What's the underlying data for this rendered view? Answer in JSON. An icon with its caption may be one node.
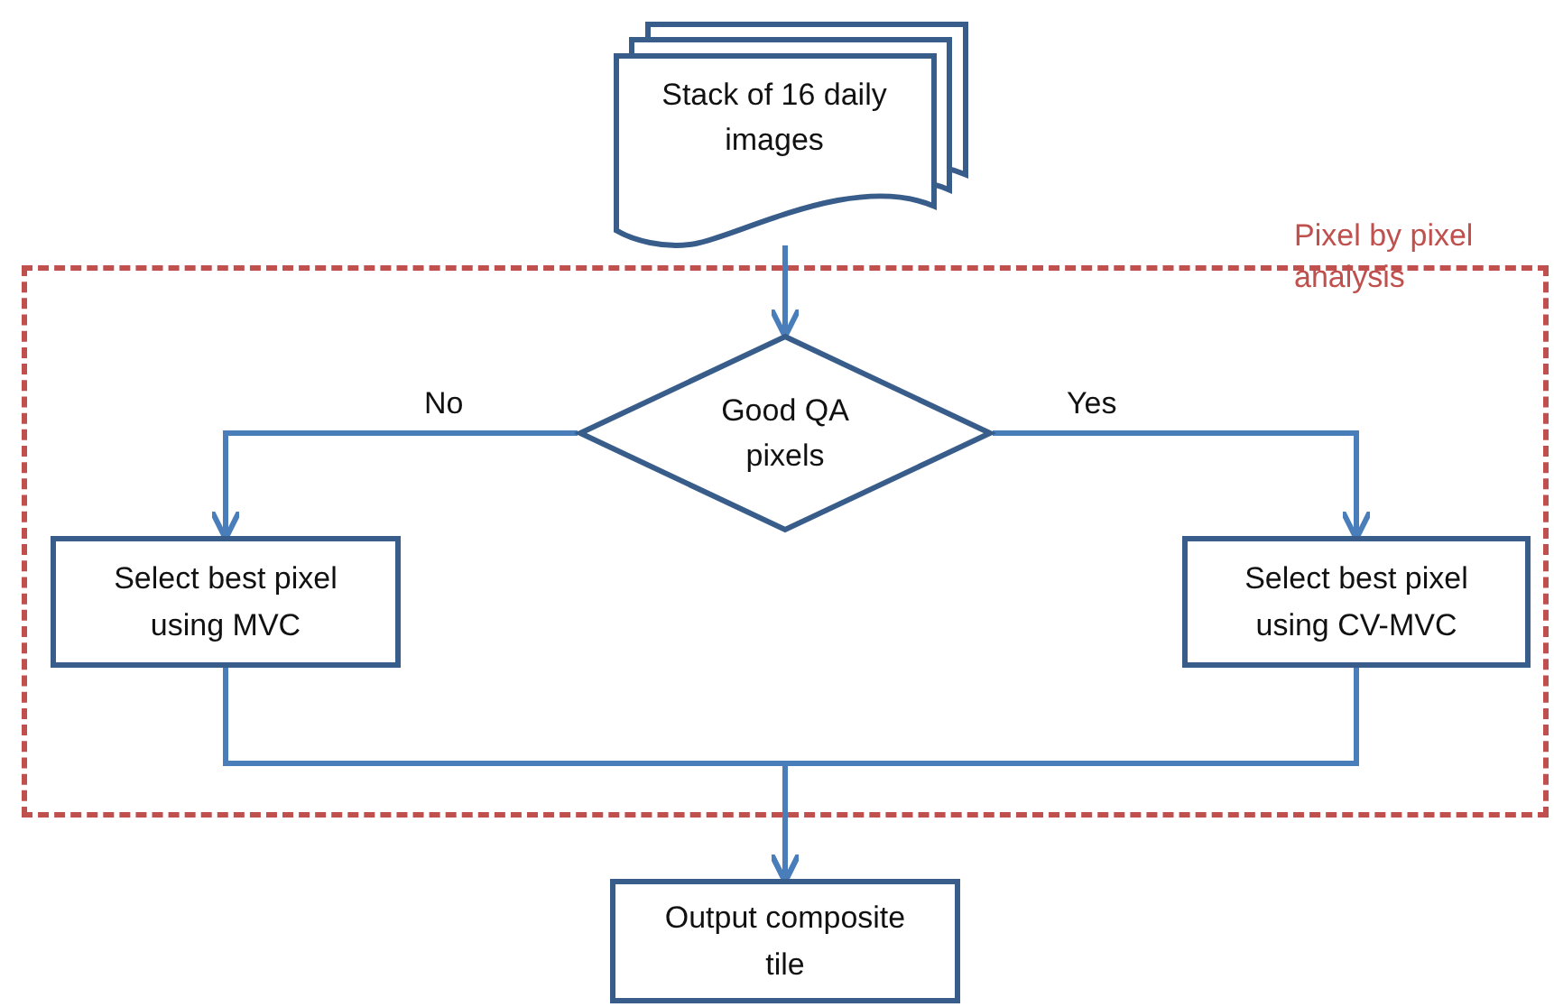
{
  "diagram": {
    "nodes": [
      {
        "text": [
          "Pixel by pixel analysis"
        ]
      },
      {
        "text": [
          "Stack of 16 daily images"
        ]
      },
      {
        "text": [
          "Good QA pixels"
        ],
        "in": 0
      },
      {
        "text": [
          "Select best pixel using MVC"
        ],
        "in": 0
      },
      {
        "text": [
          "Select best pixel using CV-MVC"
        ],
        "in": 0
      },
      {
        "text": [
          "Output composite tile"
        ]
      }
    ],
    "edges": [
      {
        "from": 1,
        "to": 2,
        "arrow": "to"
      },
      {
        "from": 2,
        "to": 3,
        "arrow": "to",
        "label": "No"
      },
      {
        "from": 2,
        "to": 4,
        "arrow": "to",
        "label": "Yes"
      },
      {
        "from": 3,
        "to": 5,
        "arrow": "to"
      },
      {
        "from": 4,
        "to": 5,
        "arrow": "to"
      }
    ]
  }
}
